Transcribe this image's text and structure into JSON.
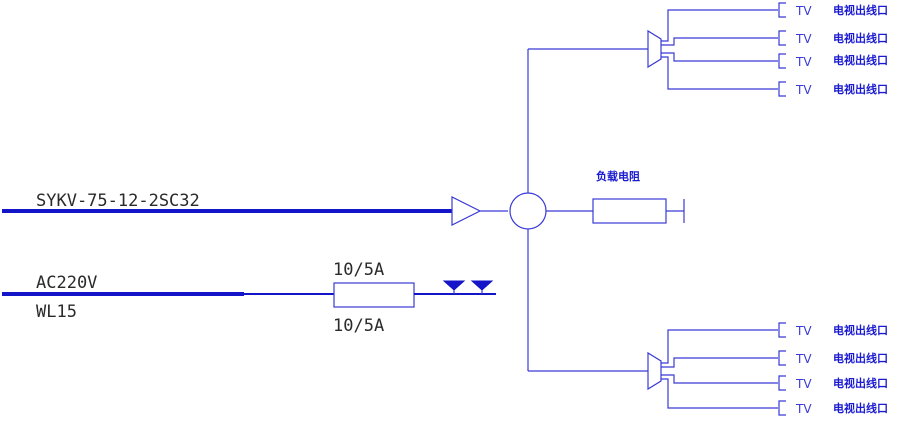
{
  "cable": {
    "label": "SYKV-75-12-2SC32"
  },
  "power": {
    "line1": "AC220V",
    "line2": "WL15",
    "breaker_top": "10/5A",
    "breaker_bottom": "10/5A"
  },
  "load_resistor": {
    "label": "负载电阻"
  },
  "outlets": [
    {
      "tv": "TV",
      "desc": "电视出线口"
    },
    {
      "tv": "TV",
      "desc": "电视出线口"
    },
    {
      "tv": "TV",
      "desc": "电视出线口"
    },
    {
      "tv": "TV",
      "desc": "电视出线口"
    },
    {
      "tv": "TV",
      "desc": "电视出线口"
    },
    {
      "tv": "TV",
      "desc": "电视出线口"
    },
    {
      "tv": "TV",
      "desc": "电视出线口"
    },
    {
      "tv": "TV",
      "desc": "电视出线口"
    }
  ],
  "colors": {
    "line": "#3a3ad6",
    "thick_line": "#1414c8",
    "background": "#ffffff"
  }
}
